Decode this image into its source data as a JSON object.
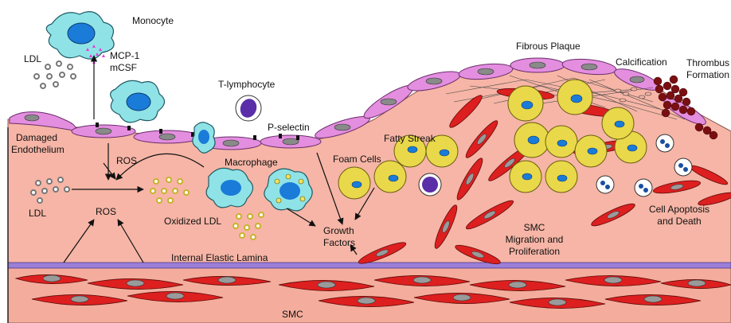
{
  "diagram": {
    "labels": {
      "monocyte": "Monocyte",
      "ldl_top": "LDL",
      "mcp1": "MCP-1",
      "mcsf": "mCSF",
      "t_lymphocyte": "T-lymphocyte",
      "p_selectin": "P-selectin",
      "damaged_1": "Damaged",
      "damaged_2": "Endothelium",
      "ros_top": "ROS",
      "macrophage": "Macrophage",
      "ldl_left": "LDL",
      "ros_mid": "ROS",
      "oxidized_ldl": "Oxidized LDL",
      "foam_cells": "Foam Cells",
      "fatty_streak": "Fatty Streak",
      "growth_1": "Growth",
      "growth_2": "Factors",
      "fibrous_plaque": "Fibrous Plaque",
      "calcification": "Calcification",
      "thrombus_1": "Thrombus",
      "thrombus_2": "Formation",
      "smc_mig_1": "SMC",
      "smc_mig_2": "Migration and",
      "smc_mig_3": "Proliferation",
      "apoptosis_1": "Cell Apoptosis",
      "apoptosis_2": "and Death",
      "iel": "Internal Elastic Lamina",
      "smc_bottom": "SMC"
    },
    "colors": {
      "intima": "#f6b5a6",
      "media": "#f4ad9c",
      "endothelium": "#e48ee0",
      "lamina": "#9b7fd8",
      "smc": "#dd1f1f",
      "nucleus": "#9a9a9a",
      "monocyte": "#8fe3e6",
      "mono_nucleus": "#1a7bd8",
      "foam": "#e9d84a",
      "ldl": "#777777",
      "ox_ldl": "#f1e35c",
      "mcp": "#e83bd9",
      "tcell": "#5a2ea8",
      "thrombus": "#7a0f12"
    }
  }
}
